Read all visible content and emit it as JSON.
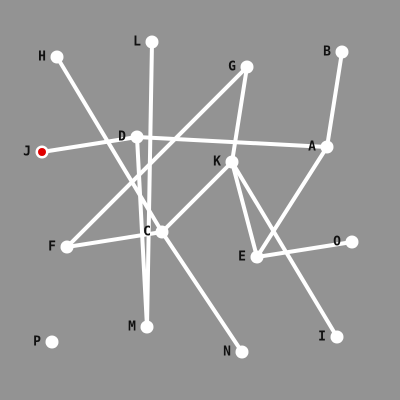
{
  "puzzle": {
    "background_color": "#939393",
    "edge_color": "#ffffff",
    "node_color": "#ffffff",
    "selected_node_color": "#e00000",
    "selected_node": "J",
    "nodes": [
      {
        "id": "H",
        "label": "H"
      },
      {
        "id": "L",
        "label": "L"
      },
      {
        "id": "G",
        "label": "G"
      },
      {
        "id": "B",
        "label": "B"
      },
      {
        "id": "D",
        "label": "D"
      },
      {
        "id": "A",
        "label": "A"
      },
      {
        "id": "J",
        "label": "J"
      },
      {
        "id": "K",
        "label": "K"
      },
      {
        "id": "C",
        "label": "C"
      },
      {
        "id": "F",
        "label": "F"
      },
      {
        "id": "E",
        "label": "E"
      },
      {
        "id": "O",
        "label": "O"
      },
      {
        "id": "M",
        "label": "M"
      },
      {
        "id": "I",
        "label": "I"
      },
      {
        "id": "P",
        "label": "P"
      },
      {
        "id": "N",
        "label": "N"
      }
    ],
    "edges": [
      [
        "H",
        "C"
      ],
      [
        "L",
        "M"
      ],
      [
        "D",
        "M"
      ],
      [
        "J",
        "D"
      ],
      [
        "D",
        "A"
      ],
      [
        "G",
        "F"
      ],
      [
        "G",
        "K"
      ],
      [
        "B",
        "A"
      ],
      [
        "A",
        "E"
      ],
      [
        "K",
        "C"
      ],
      [
        "K",
        "E"
      ],
      [
        "K",
        "I"
      ],
      [
        "F",
        "C"
      ],
      [
        "C",
        "N"
      ],
      [
        "E",
        "O"
      ]
    ]
  }
}
